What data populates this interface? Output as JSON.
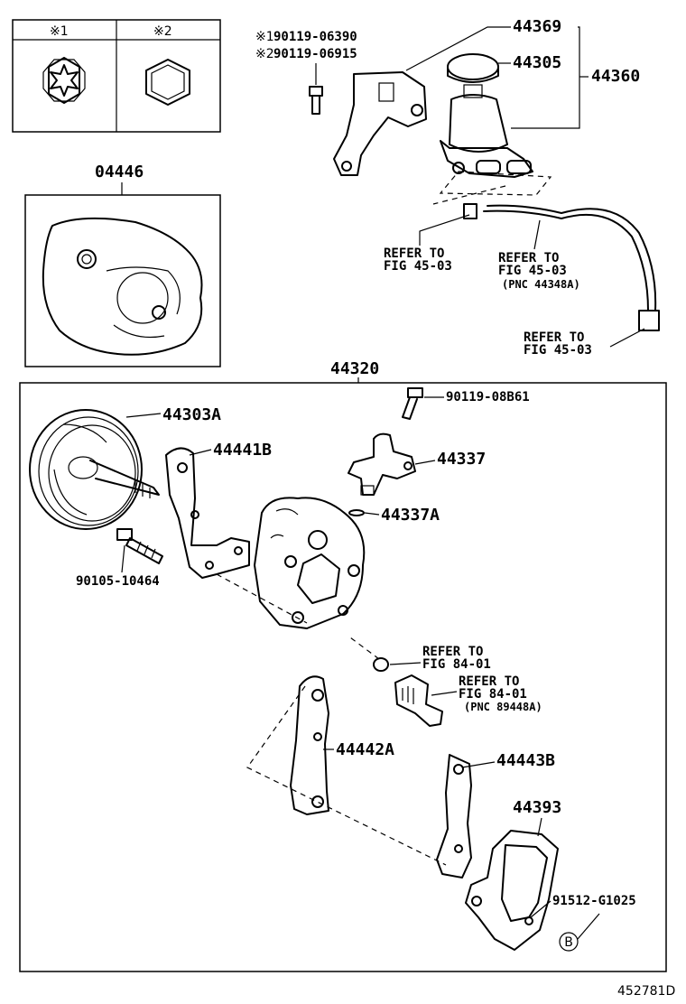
{
  "legend": {
    "col1_header": "※1",
    "col2_header": "※2",
    "col1_icon": "torx-bolt-head-icon",
    "col2_icon": "hex-bolt-head-icon"
  },
  "callouts": {
    "bolt_ref_1": "※1",
    "bolt_ref_1_part": "90119-06390",
    "bolt_ref_2": "※2",
    "bolt_ref_2_part": "90119-06915",
    "p44369": "44369",
    "p44305": "44305",
    "p44360": "44360",
    "p04446": "04446",
    "refer_1_line1": "REFER TO",
    "refer_1_line2": "FIG 45-03",
    "refer_2_line1": "REFER TO",
    "refer_2_line2": "FIG 45-03",
    "refer_2_line3": "(PNC 44348A)",
    "refer_3_line1": "REFER TO",
    "refer_3_line2": "FIG 45-03",
    "p44320": "44320",
    "p90119_08b61": "90119-08B61",
    "p44303a": "44303A",
    "p44441b": "44441B",
    "p44337": "44337",
    "p44337a": "44337A",
    "p90105_10464": "90105-10464",
    "refer_4_line1": "REFER TO",
    "refer_4_line2": "FIG 84-01",
    "refer_5_line1": "REFER TO",
    "refer_5_line2": "FIG 84-01",
    "refer_5_line3": "(PNC 89448A)",
    "p44442a": "44442A",
    "p44443b": "44443B",
    "p44393": "44393",
    "p91512_g1025": "91512-G1025",
    "marker_b": "B"
  },
  "diagram_code": "452781D"
}
